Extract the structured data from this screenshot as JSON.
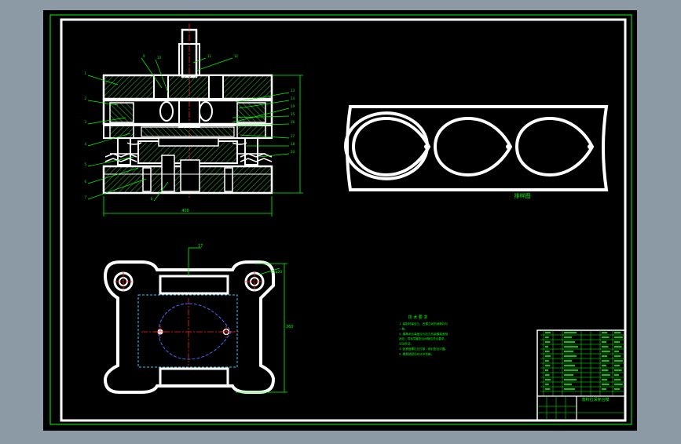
{
  "colors": {
    "viewport_bg": "#8c9aa6",
    "sheet_bg": "#000000",
    "frame": "#ffffff",
    "dim_green": "#00ff00",
    "hatch_green": "#2e8b2e",
    "center_red": "#ff2020",
    "hidden_cyan": "#33ccff",
    "hidden_blue": "#4a6cff"
  },
  "strip_layout": {
    "label": "排样图"
  },
  "section_view": {
    "overall_width_dim": "400",
    "balloons": [
      "1",
      "2",
      "3",
      "4",
      "5",
      "6",
      "7",
      "8",
      "9",
      "10",
      "11",
      "12",
      "13",
      "14",
      "15",
      "16",
      "17",
      "18",
      "19",
      "20"
    ]
  },
  "plan_view": {
    "balloon": "17",
    "height_dim": "360",
    "hole_callout": "2-φ20"
  },
  "technical_requirements": {
    "title": "技 术 要 求",
    "lines": [
      "1. 装配时保证凸、凹模之间的间隙均匀",
      "   一致。",
      "2. 模具闭合高度应与压力机装模高度相",
      "   适应，导柱导套配合间隙应符合要求，",
      "   活动灵活。",
      "3. 各紧固螺钉应拧紧，销钉配合可靠。",
      "4. 模具装配后应试冲合格。"
    ]
  },
  "title_block": {
    "drawing_title": "落料拉深复合模",
    "rows": 14
  }
}
